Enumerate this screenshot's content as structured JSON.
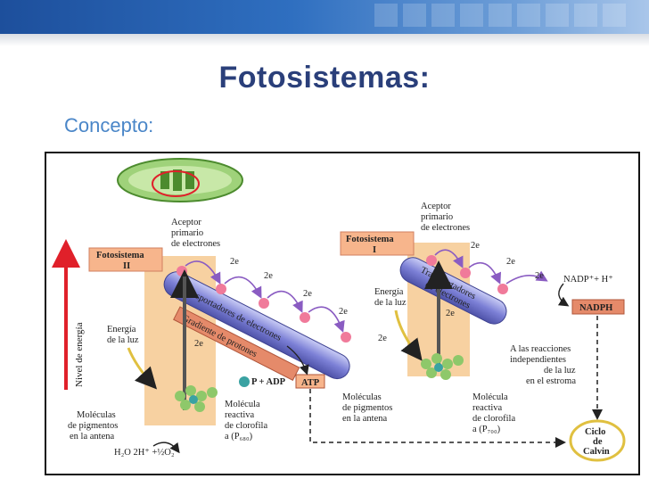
{
  "slide": {
    "title": "Fotosistemas:",
    "subtitle": "Concepto:"
  },
  "diagram": {
    "energy_axis": "Nivel de energía",
    "ps2": {
      "label_line1": "Fotosistema",
      "label_line2": "II"
    },
    "ps1": {
      "label_line1": "Fotosistema",
      "label_line2": "I"
    },
    "acceptor_ps2": [
      "Aceptor",
      "primario",
      "de electrones"
    ],
    "acceptor_ps1": [
      "Aceptor",
      "primario",
      "de electrones"
    ],
    "light_ps2": [
      "Energía",
      "de la luz"
    ],
    "light_ps1": [
      "Energía",
      "de la luz"
    ],
    "transport_chain_1": "Transportadores de electrones",
    "proton_gradient": "Gradiente de protones",
    "transport_chain_2_line1": "Transportadores",
    "transport_chain_2_line2": "de electrones",
    "two_e": "2e",
    "atp_reactants": "P + ADP",
    "atp": "ATP",
    "nadp_reactants": "NADP⁺+ H⁺",
    "nadph": "NADPH",
    "pigments_ps2": [
      "Moléculas",
      "de pigmentos",
      "en la antena"
    ],
    "pigments_ps1": [
      "Moléculas",
      "de pigmentos",
      "en la antena"
    ],
    "reactive_ps2": [
      "Molécula",
      "reactiva",
      "de clorofila",
      "a (P₆₈₀)"
    ],
    "reactive_ps1": [
      "Molécula",
      "reactiva",
      "de clorofila",
      "a (P₇₀₀)"
    ],
    "water": "H₂O  2H⁺   +½O₂",
    "dark_reactions": [
      "A las reacciones",
      "independientes",
      "de la luz",
      "en el estroma"
    ],
    "calvin": [
      "Ciclo",
      "de",
      "Calvin"
    ],
    "colors": {
      "tube": "#6b6fc8",
      "tube_light": "#b7baf0",
      "gradient_bar": "#e58a6a",
      "column": "#f6c990",
      "label_box": "#f7b58c",
      "arrow_red": "#e0202a",
      "arrow_purple": "#8a5cc2"
    }
  }
}
